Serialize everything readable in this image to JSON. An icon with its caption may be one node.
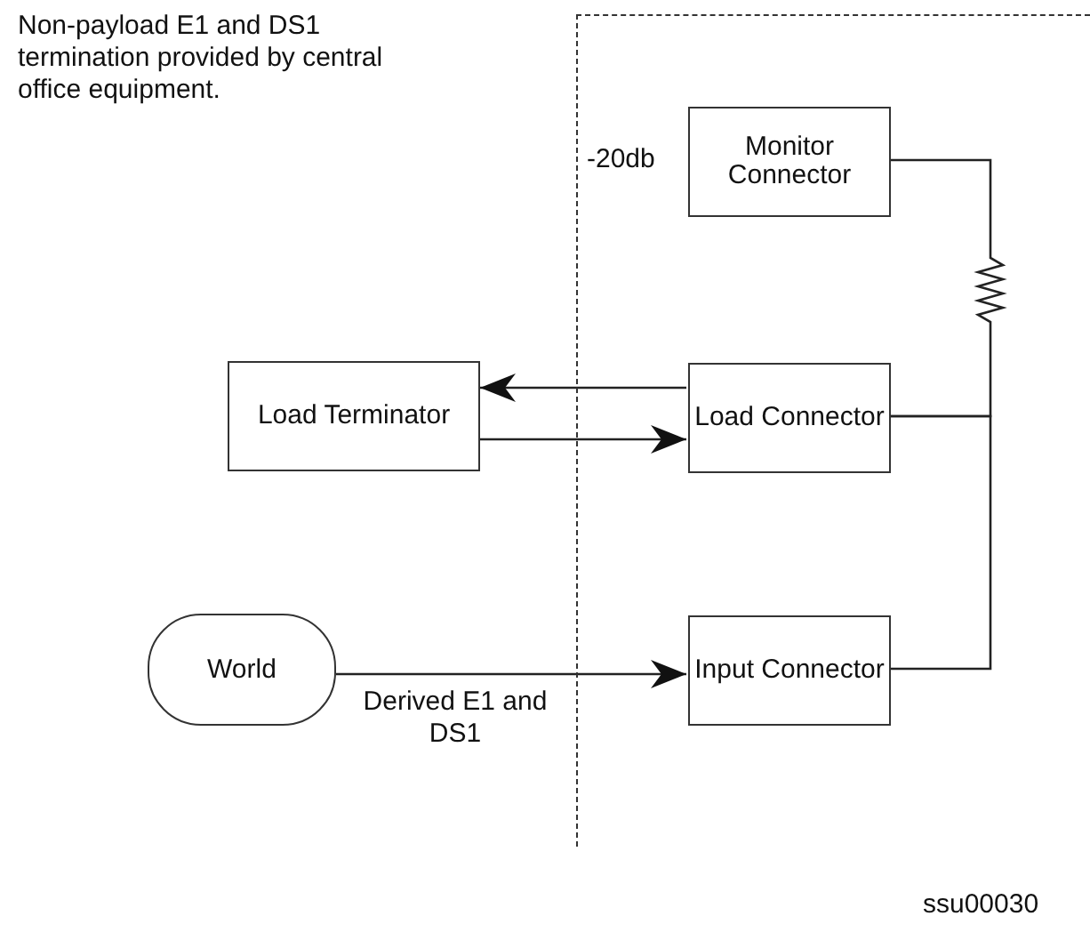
{
  "diagram": {
    "nodes": [
      {
        "text": [],
        "shape": "box"
      },
      {
        "text": [
          "Monitor Connector"
        ],
        "in": 0,
        "beside": [
          "-20db"
        ]
      },
      {
        "text": [
          "Load Terminator"
        ]
      },
      {
        "text": [
          "Load Connector"
        ],
        "in": 0
      },
      {
        "text": [
          "World"
        ]
      },
      {
        "text": [
          "Input Connector"
        ],
        "in": 0
      }
    ],
    "edges": [
      {
        "from": 3,
        "to": 2,
        "arrow": "to"
      },
      {
        "from": 2,
        "to": 3,
        "arrow": "to"
      },
      {
        "from": 4,
        "to": 5,
        "arrow": "to",
        "label": "Derived E1 and DS1"
      },
      {
        "from": 1,
        "to": 3,
        "arrow": "none"
      },
      {
        "from": 3,
        "to": 5,
        "arrow": "none"
      }
    ],
    "labels": [
      "Non-payload E1 and DS1 termination provided by central office equipment.",
      "ssu00030"
    ]
  }
}
